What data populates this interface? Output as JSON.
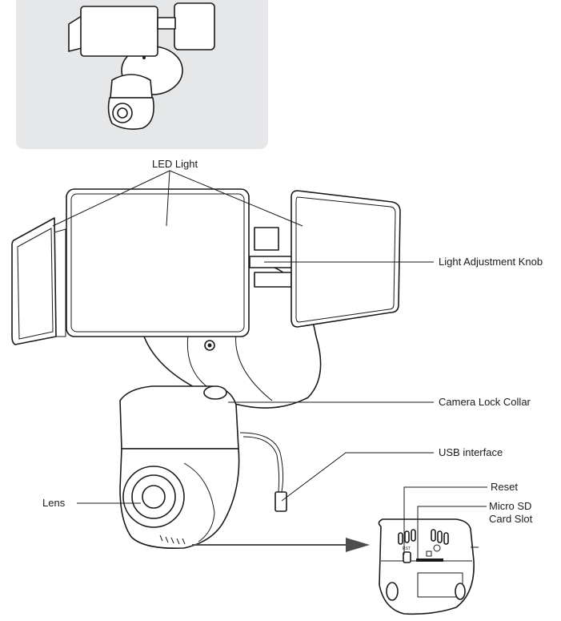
{
  "labels": {
    "led_light": "LED Light",
    "light_adjustment_knob": "Light Adjustment Knob",
    "camera_lock_collar": "Camera Lock Collar",
    "usb_interface": "USB interface",
    "lens": "Lens",
    "reset": "Reset",
    "micro_sd_line1": "Micro SD",
    "micro_sd_line2": "Card Slot",
    "rst_marking": "RST"
  },
  "colors": {
    "thumbnail_bg": "#e6e7e8",
    "line": "#1a1a1a",
    "arrow": "#4d4d4d"
  }
}
